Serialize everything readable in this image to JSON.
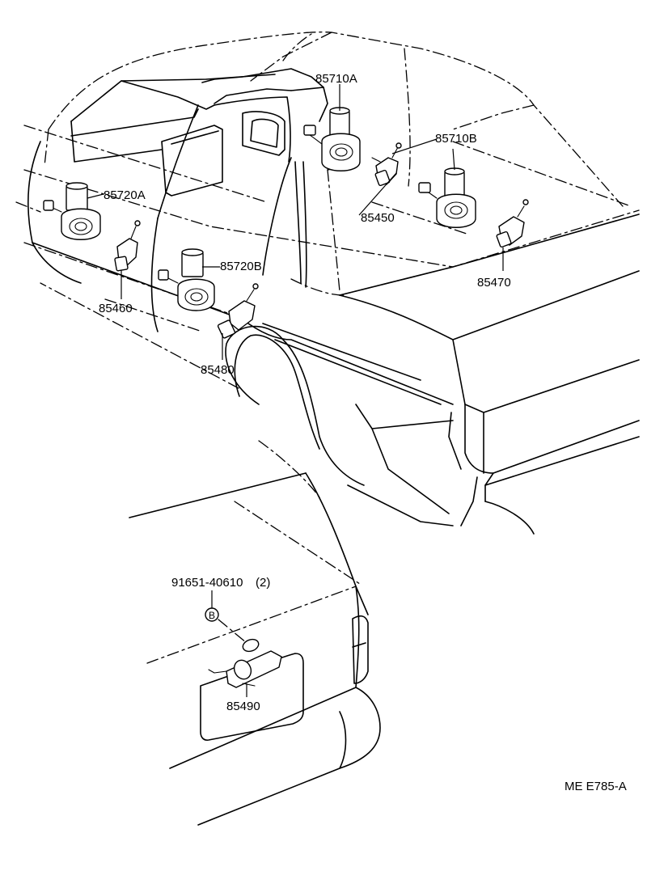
{
  "labels": {
    "p85710a": "85710A",
    "p85710b": "85710B",
    "p85720a": "85720A",
    "p85720b": "85720B",
    "p85450": "85450",
    "p85460": "85460",
    "p85470": "85470",
    "p85480": "85480",
    "p85490": "85490",
    "bolt": "91651-40610",
    "bolt_qty": "(2)",
    "bolt_mark": "B",
    "diagram_code": "ME E785-A"
  }
}
